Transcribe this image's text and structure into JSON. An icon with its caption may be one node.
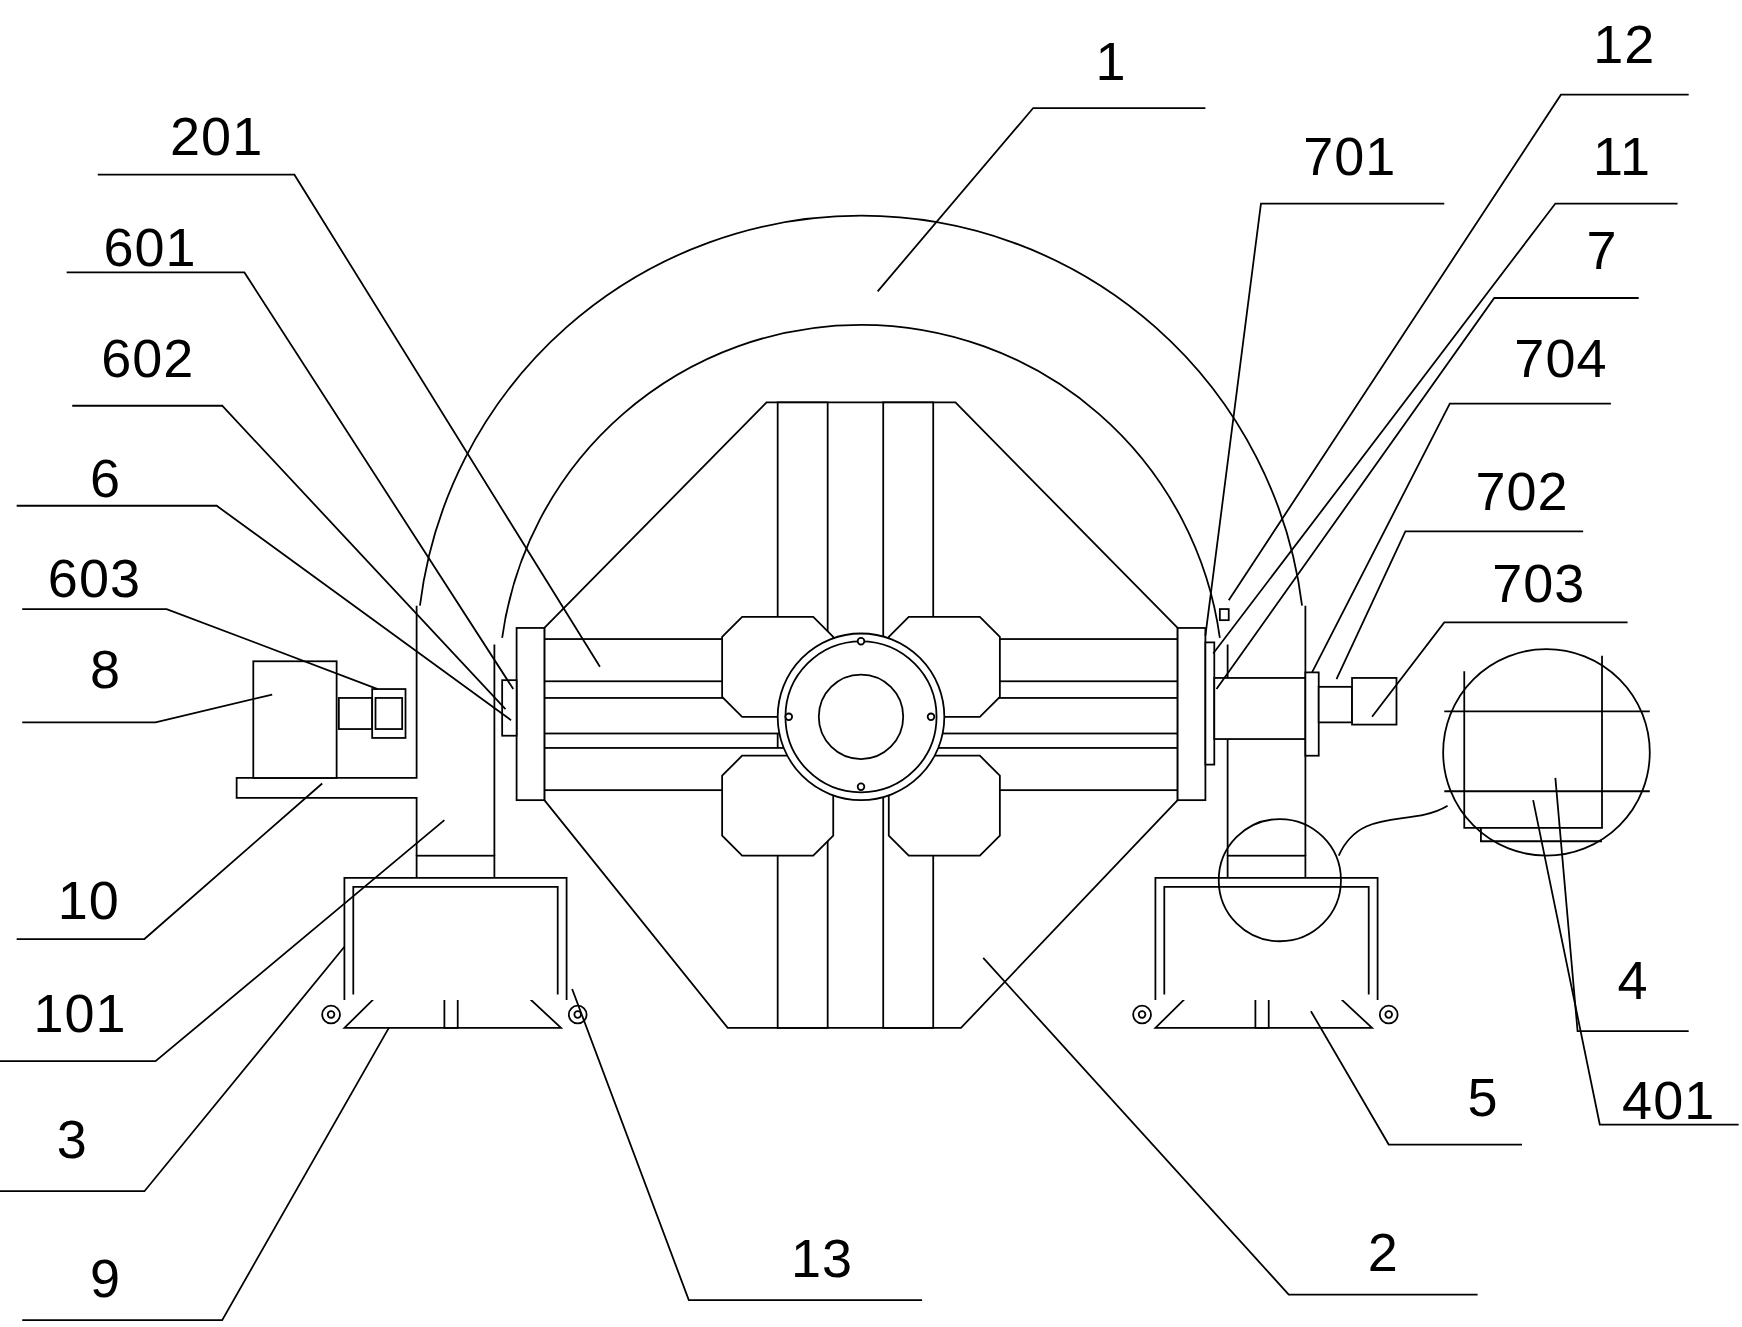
{
  "diagram": {
    "nodes": [
      {
        "text": [
          "1"
        ]
      },
      {
        "text": [
          "12"
        ]
      },
      {
        "text": [
          "201"
        ]
      },
      {
        "text": [
          "701"
        ]
      },
      {
        "text": [
          "11"
        ]
      },
      {
        "text": [
          "601"
        ]
      },
      {
        "text": [
          "7"
        ]
      },
      {
        "text": [
          "602"
        ]
      },
      {
        "text": [
          "704"
        ]
      },
      {
        "text": [
          "6"
        ]
      },
      {
        "text": [
          "702"
        ]
      },
      {
        "text": [
          "603"
        ]
      },
      {
        "text": [
          "703"
        ]
      },
      {
        "text": [
          "8"
        ]
      },
      {
        "text": [
          "10"
        ]
      },
      {
        "text": [
          "101"
        ]
      },
      {
        "text": [
          "3"
        ]
      },
      {
        "text": [
          "9"
        ]
      },
      {
        "text": [
          "13"
        ]
      },
      {
        "text": [
          "2"
        ]
      },
      {
        "text": [
          "5"
        ]
      },
      {
        "text": [
          "4"
        ]
      },
      {
        "text": [
          "401"
        ]
      }
    ],
    "edges": [
      {
        "from": 0,
        "to": null,
        "arrow": "none"
      },
      {
        "from": 1,
        "to": null,
        "arrow": "none"
      },
      {
        "from": 2,
        "to": null,
        "arrow": "none"
      },
      {
        "from": 3,
        "to": null,
        "arrow": "none"
      },
      {
        "from": 4,
        "to": null,
        "arrow": "none"
      },
      {
        "from": 5,
        "to": null,
        "arrow": "none"
      },
      {
        "from": 6,
        "to": null,
        "arrow": "none"
      },
      {
        "from": 7,
        "to": null,
        "arrow": "none"
      },
      {
        "from": 8,
        "to": null,
        "arrow": "none"
      },
      {
        "from": 9,
        "to": null,
        "arrow": "none"
      },
      {
        "from": 10,
        "to": null,
        "arrow": "none"
      },
      {
        "from": 11,
        "to": null,
        "arrow": "none"
      },
      {
        "from": 12,
        "to": null,
        "arrow": "none"
      },
      {
        "from": 13,
        "to": null,
        "arrow": "none"
      },
      {
        "from": 14,
        "to": null,
        "arrow": "none"
      },
      {
        "from": 15,
        "to": null,
        "arrow": "none"
      },
      {
        "from": 16,
        "to": null,
        "arrow": "none"
      },
      {
        "from": 17,
        "to": null,
        "arrow": "none"
      },
      {
        "from": 18,
        "to": null,
        "arrow": "none"
      },
      {
        "from": 19,
        "to": null,
        "arrow": "none"
      },
      {
        "from": 20,
        "to": null,
        "arrow": "none"
      },
      {
        "from": 21,
        "to": null,
        "arrow": "none"
      },
      {
        "from": 22,
        "to": null,
        "arrow": "none"
      }
    ]
  }
}
